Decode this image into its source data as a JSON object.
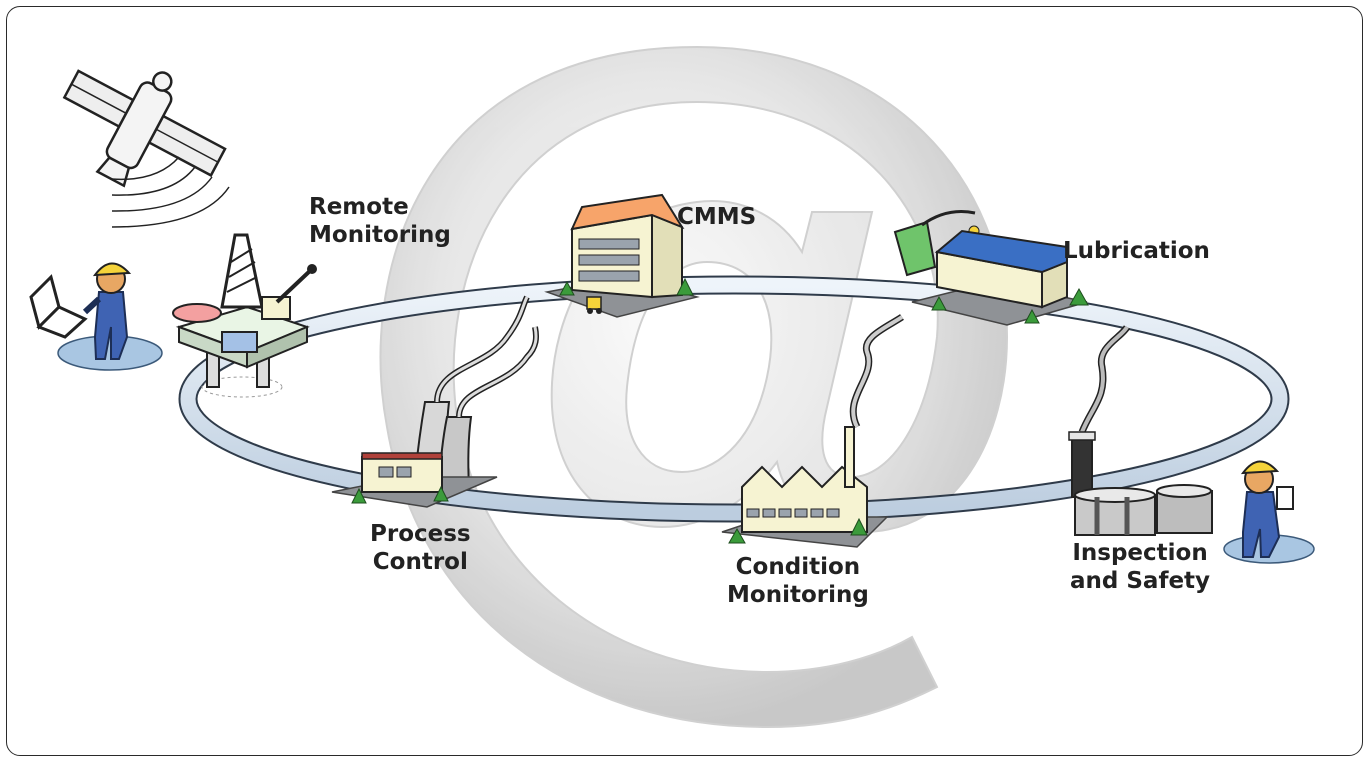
{
  "nodes": {
    "remote_monitoring": {
      "line1": "Remote",
      "line2": "Monitoring"
    },
    "cmms": {
      "label": "CMMS"
    },
    "lubrication": {
      "label": "Lubrication"
    },
    "process_control": {
      "line1": "Process",
      "line2": "Control"
    },
    "condition_monitoring": {
      "line1": "Condition",
      "line2": "Monitoring"
    },
    "inspection_safety": {
      "line1": "Inspection",
      "line2": "and Safety"
    }
  },
  "colors": {
    "ring_fill": "#d9e6f2",
    "ring_stroke": "#2f3b4a",
    "roof_orange": "#f7a46a",
    "roof_blue": "#3a6fc4",
    "building_wall": "#f6f3d2",
    "worker_suit": "#3f63b3",
    "helmet": "#f5d33a",
    "base_gray": "#8f9296",
    "at_sign": "#d8d8d8"
  },
  "icons": [
    "satellite-icon",
    "oil-rig-icon",
    "laptop-icon",
    "worker-icon",
    "office-building-icon",
    "forklift-icon",
    "oil-can-icon",
    "factory-icon",
    "cooling-tower-icon",
    "refinery-icon",
    "tree-icon"
  ]
}
